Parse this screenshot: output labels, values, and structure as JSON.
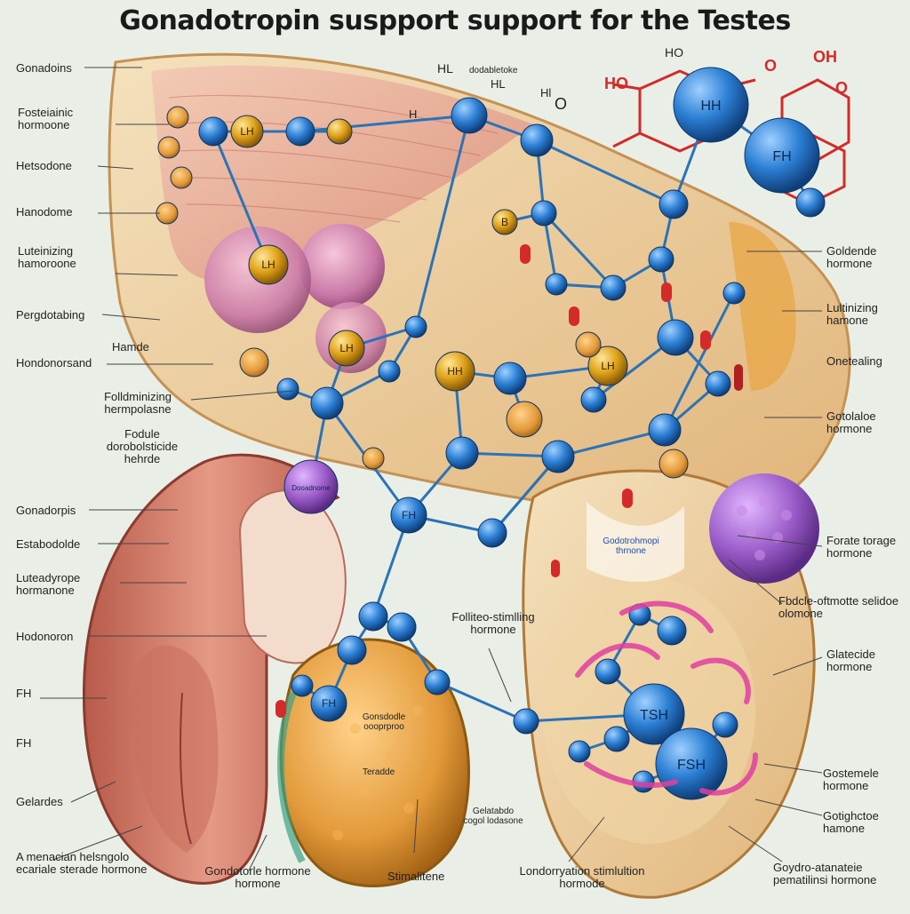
{
  "title": "Gonadotropin suspport  support  for the Testes",
  "labels_left": [
    "Gonadoins",
    "Fosteiainic hormoone",
    "Hetsodone",
    "Hanodome",
    "Luteinizing hamoroone",
    "Pergdotabing",
    "Hondonorsand",
    "Folldminizing hermpolasne",
    "Fodule dorobolsticide hehrde",
    "Gonadorpis",
    "Estabodolde",
    "Luteadyrope hormanone",
    "Hodonoron",
    "FH",
    "FH",
    "Gelardes",
    "A menacian helsngolo ecariale sterade hormone"
  ],
  "labels_right": [
    "Goldende hormone",
    "Lultinizing hamone",
    "Onetealing",
    "Gotolaloe hormone",
    "Forate torage hormone",
    "Fbdcle-oftmotte selidoe olomone",
    "Glatecide hormone",
    "Gostemele hormone",
    "Gotighctoe hamone",
    "Goydro-atanateie pematilinsi hormone"
  ],
  "labels_center": {
    "hormde": "Hamde",
    "follicle": "Folliteo-stimlling hormone",
    "gonadotropin_mid": "Godotrohmopi thrnone",
    "gonadotropin_core": "Gonsdodle oooprproo",
    "tardde": "Teradde",
    "gelatable": "Gelatabdo cogol lodasone",
    "bottom_left": "Gondotorle hormone hormone",
    "bottom_mid": "Stimalitene",
    "bottom_right": "Londorryation stimlultion hormode"
  },
  "top_small": [
    "HL",
    "dodabletoke",
    "HL",
    "H",
    "O",
    "Hl",
    "HO"
  ],
  "node_labels": {
    "lh": "LH",
    "fh": "FH",
    "hh": "HH",
    "fsh": "FSH",
    "tsh": "TSH",
    "b": "B",
    "gonadorpis_small": "Dooadnome"
  },
  "colors": {
    "background": "#e9efe6",
    "node_blue": "#2b7fd4",
    "node_gold": "#e0a21a",
    "tissue_pink": "#d98a7a",
    "tissue_tan": "#e7c38a",
    "purple": "#9b5cc9",
    "chem_red": "#d42a2a"
  }
}
